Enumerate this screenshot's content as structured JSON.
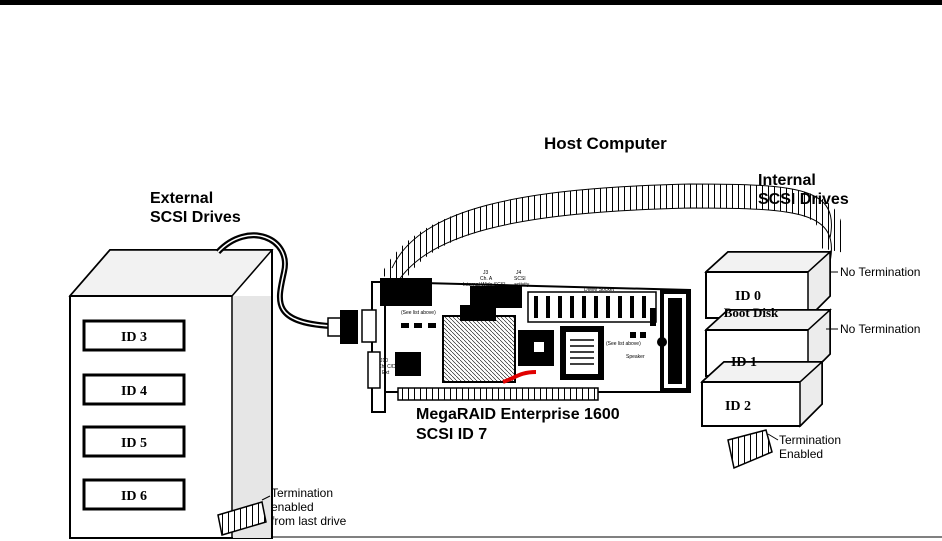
{
  "diagram": {
    "host_label": "Host Computer",
    "external_label": [
      "External",
      "SCSI Drives"
    ],
    "internal_label": [
      "Internal",
      "SCSI Drives"
    ],
    "controller_label": [
      "MegaRAID Enterprise 1600",
      "SCSI ID 7"
    ],
    "external_drives": [
      "ID 3",
      "ID 4",
      "ID 5",
      "ID 6"
    ],
    "internal_drives": [
      {
        "id": "ID 0",
        "sub": "Boot Disk"
      },
      {
        "id": "ID 1"
      },
      {
        "id": "ID 2"
      }
    ],
    "notes": {
      "no_term_1": "No Termination",
      "no_term_2": "No Termination",
      "term_enabled": [
        "Termination",
        "Enabled"
      ],
      "term_last": [
        "Termination",
        "enabled",
        "from last drive"
      ]
    }
  },
  "colors": {
    "line": "#000000",
    "cable_accent": "#e00000",
    "background": "#ffffff"
  }
}
